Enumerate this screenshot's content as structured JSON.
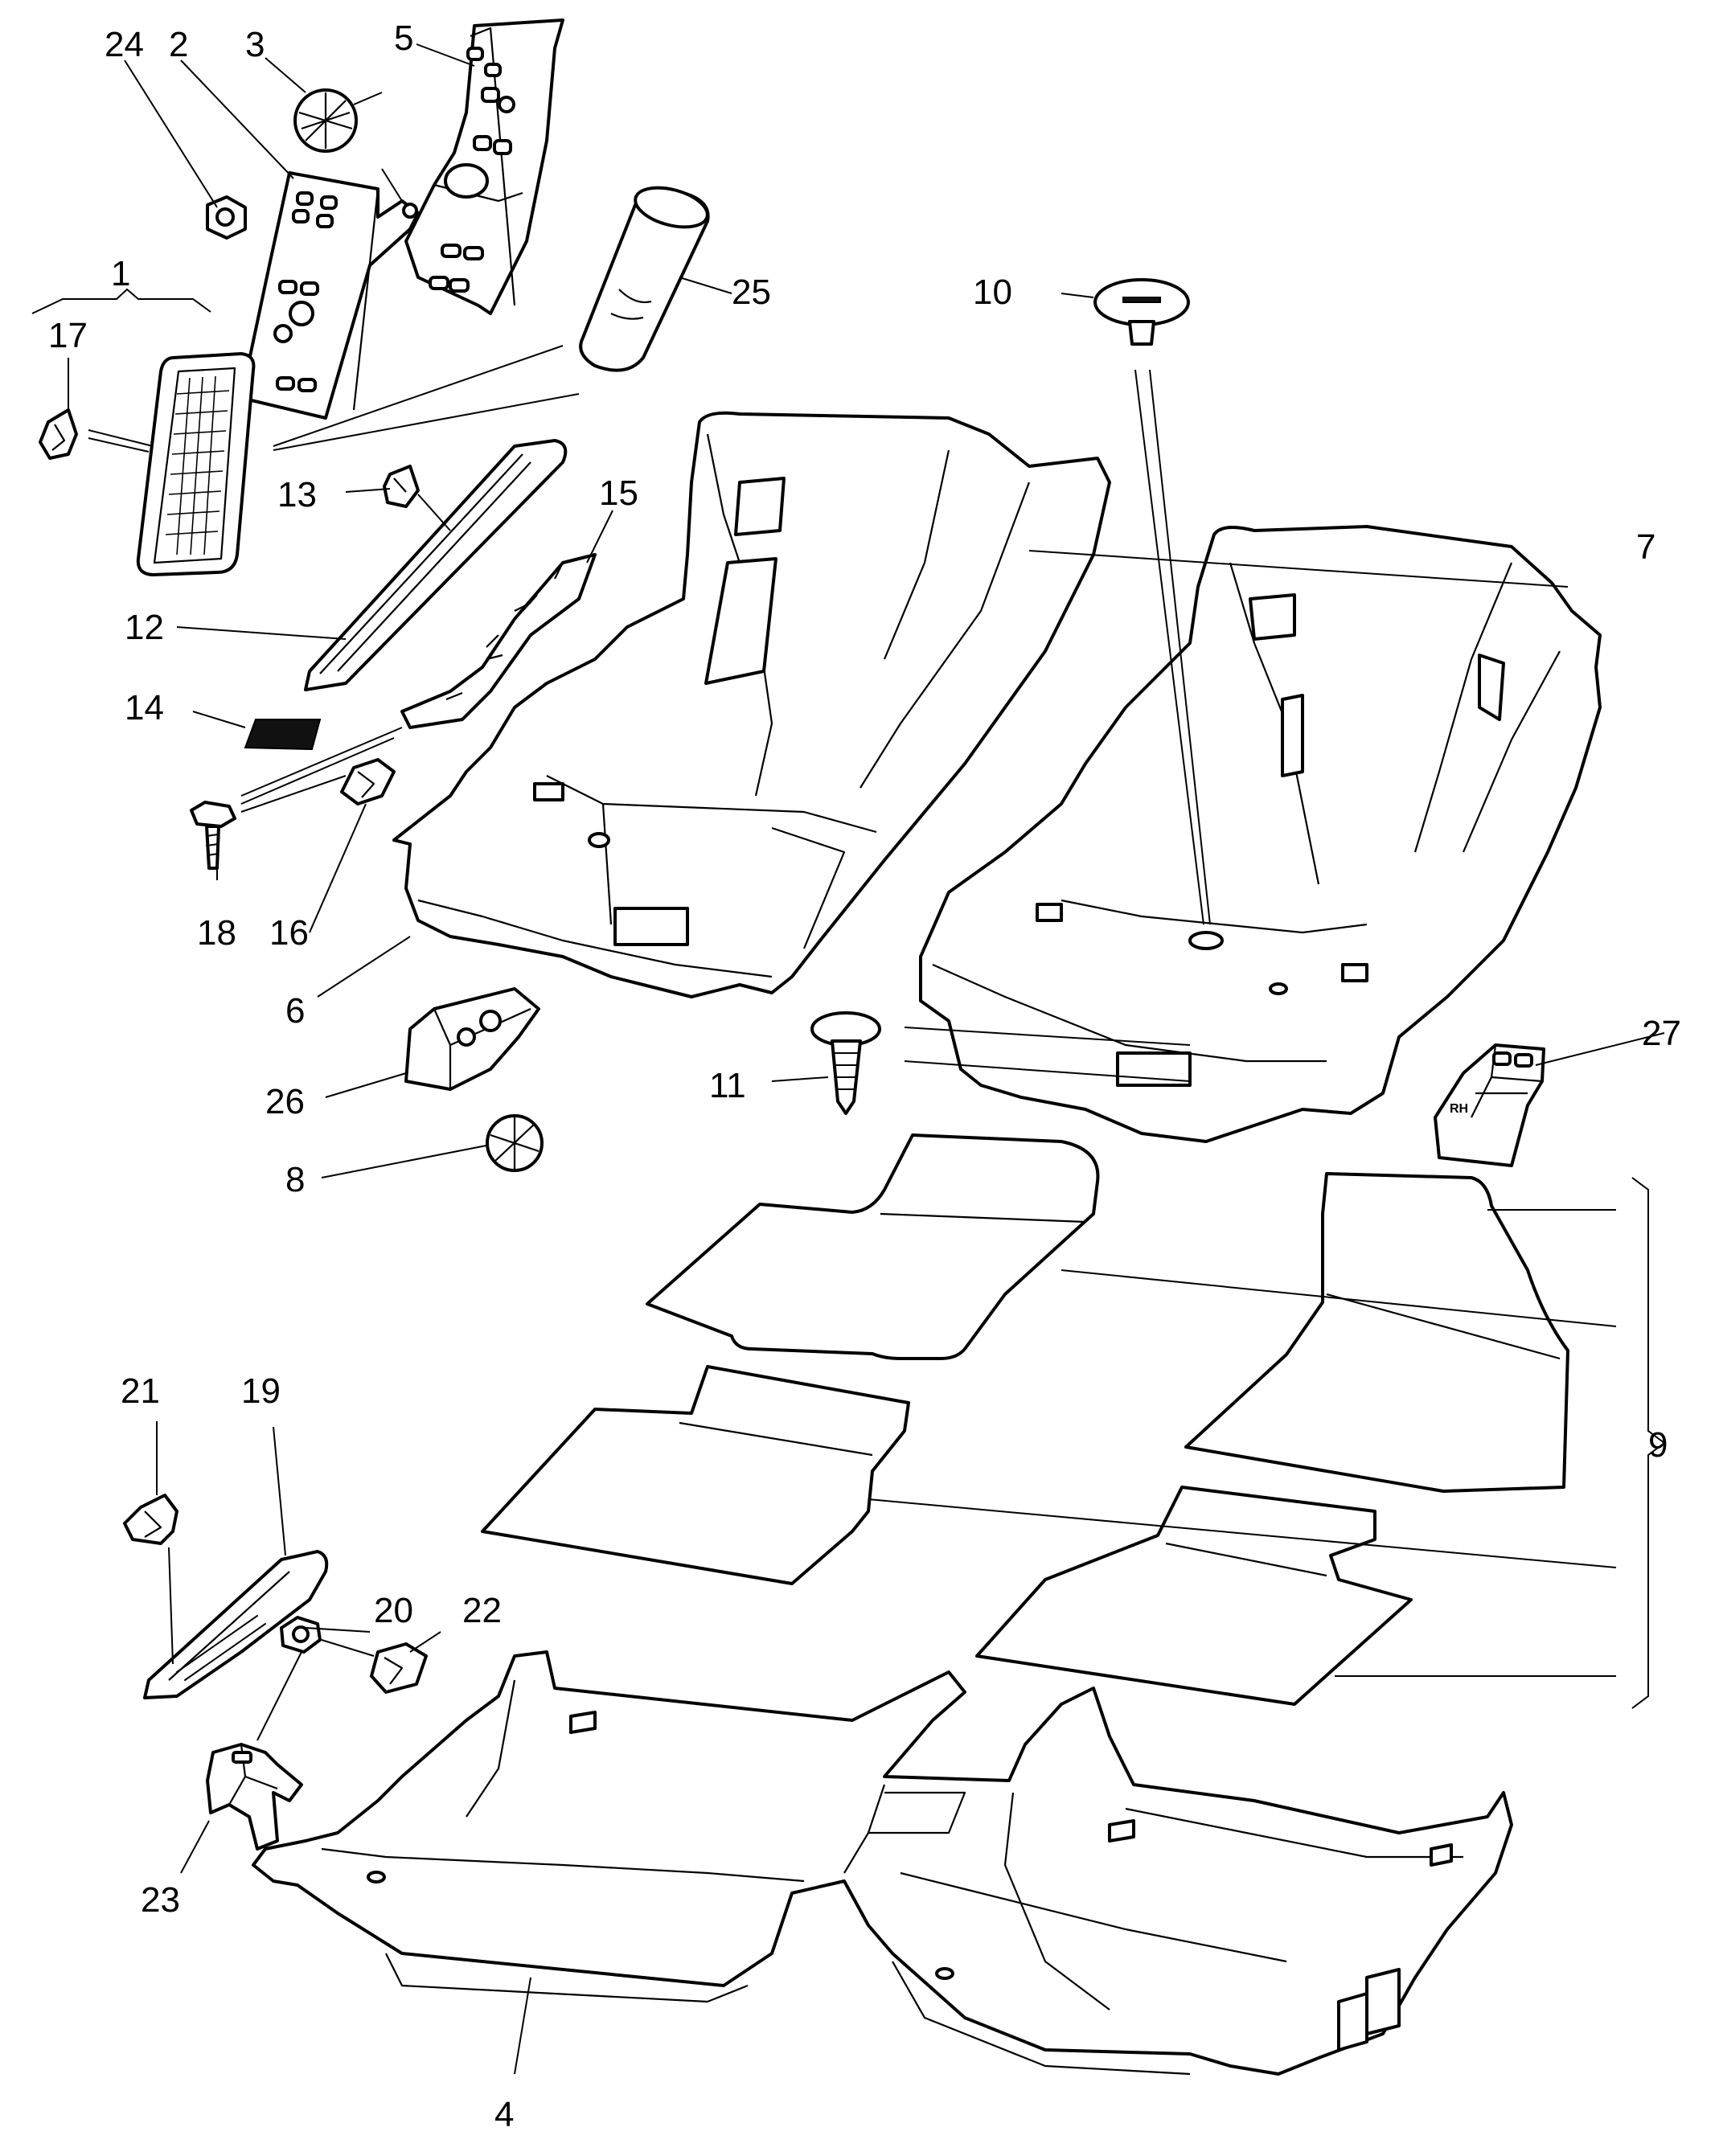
{
  "callouts": {
    "c1": "1",
    "c2": "2",
    "c3": "3",
    "c4": "4",
    "c5": "5",
    "c6": "6",
    "c7": "7",
    "c8": "8",
    "c9": "9",
    "c10": "10",
    "c11": "11",
    "c12": "12",
    "c13": "13",
    "c14": "14",
    "c15": "15",
    "c16": "16",
    "c17": "17",
    "c18": "18",
    "c19": "19",
    "c20": "20",
    "c21": "21",
    "c22": "22",
    "c23": "23",
    "c24": "24",
    "c25": "25",
    "c26": "26",
    "c27": "27"
  },
  "labels": {
    "rh_marking": "RH"
  }
}
